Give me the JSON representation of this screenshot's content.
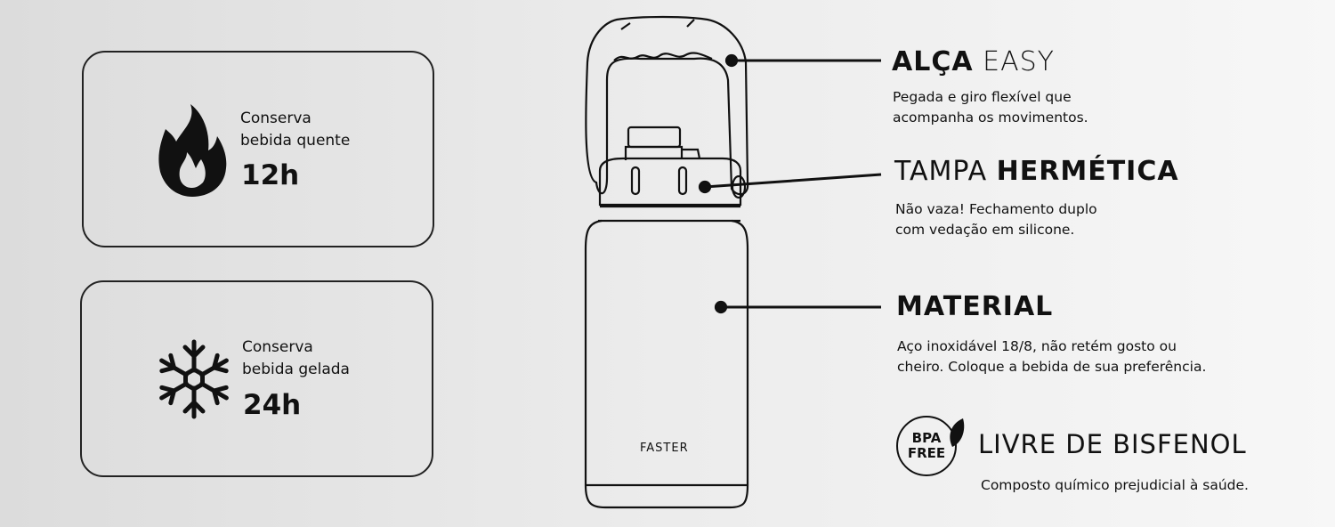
{
  "cards": [
    {
      "icon": "flame-icon",
      "label_line1": "Conserva",
      "label_line2": "bebida quente",
      "value": "12h"
    },
    {
      "icon": "snowflake-icon",
      "label_line1": "Conserva",
      "label_line2": "bebida gelada",
      "value": "24h"
    }
  ],
  "product": {
    "brand": "FASTER"
  },
  "features": [
    {
      "title_bold": "ALÇA",
      "title_light": "EASY",
      "desc_line1": "Pegada e giro flexível que",
      "desc_line2": "acompanha os movimentos."
    },
    {
      "title_light": "TAMPA",
      "title_bold": "HERMÉTICA",
      "desc_line1": "Não vaza! Fechamento duplo",
      "desc_line2": "com vedação em silicone."
    },
    {
      "title_bold": "MATERIAL",
      "desc_line1": "Aço inoxidável 18/8, não retém gosto ou",
      "desc_line2": "cheiro. Coloque a bebida de sua preferência."
    }
  ],
  "bpa": {
    "badge_line1": "BPA",
    "badge_line2": "FREE",
    "title": "LIVRE DE BISFENOL",
    "desc": "Composto químico prejudicial à saúde."
  }
}
